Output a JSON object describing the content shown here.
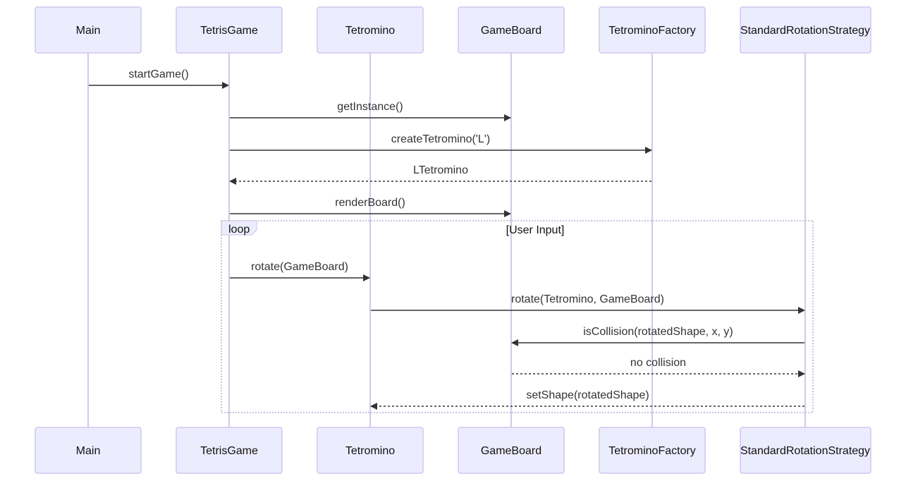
{
  "participants": [
    "Main",
    "TetrisGame",
    "Tetromino",
    "GameBoard",
    "TetrominoFactory",
    "StandardRotationStrategy"
  ],
  "messages": [
    {
      "from": 0,
      "to": 1,
      "label": "startGame()",
      "style": "solid"
    },
    {
      "from": 1,
      "to": 3,
      "label": "getInstance()",
      "style": "solid"
    },
    {
      "from": 1,
      "to": 4,
      "label": "createTetromino('L')",
      "style": "solid"
    },
    {
      "from": 4,
      "to": 1,
      "label": "LTetromino",
      "style": "dashed"
    },
    {
      "from": 1,
      "to": 3,
      "label": "renderBoard()",
      "style": "solid"
    },
    {
      "from": 1,
      "to": 2,
      "label": "rotate(GameBoard)",
      "style": "solid"
    },
    {
      "from": 2,
      "to": 5,
      "label": "rotate(Tetromino, GameBoard)",
      "style": "solid"
    },
    {
      "from": 5,
      "to": 3,
      "label": "isCollision(rotatedShape, x, y)",
      "style": "solid"
    },
    {
      "from": 3,
      "to": 5,
      "label": "no collision",
      "style": "dashed"
    },
    {
      "from": 5,
      "to": 2,
      "label": "setShape(rotatedShape)",
      "style": "dashed"
    }
  ],
  "loop": {
    "label": "loop",
    "condition": "[User Input]"
  },
  "colors": {
    "actor_fill": "#ececff",
    "actor_stroke": "#d1c7ee",
    "line": "#333333"
  }
}
